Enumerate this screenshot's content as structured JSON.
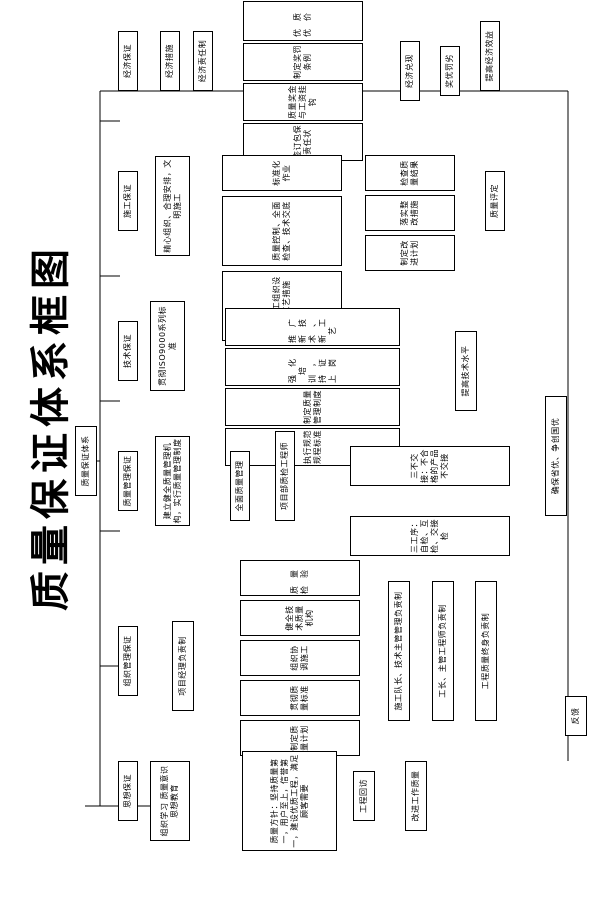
{
  "title": "质量保证体系框图",
  "top": {
    "root": "质量保证体系",
    "goal": "确保省优、争创国优",
    "feedback": "反馈"
  },
  "columns": {
    "thought": {
      "head": "思想保证",
      "sub": "组织学习 质量意识 思想教育",
      "detail": "质量方针：坚持质量第一，用户至上，信誉第一，建设优质工程，满足顾客需要",
      "step1": "工程回访",
      "step2": "改进工作质量"
    },
    "org": {
      "head": "组织管理保证",
      "sub": "项目经理负责制",
      "items": [
        "质量检验",
        "健全技术质量机构",
        "组织协调施工",
        "贯彻质量标准",
        "制定质量计划"
      ],
      "right1": "施工队长、技术主管管理负责制",
      "right2": "工长、主管工程师负责制",
      "right3": "工程质量终身负责制"
    },
    "quality": {
      "head": "质量管理保证",
      "sub": "建立健全质量管理机构，实行质量管理制度",
      "mid1": "全面质量管理",
      "mid2": "项目部质检工程师",
      "items": [
        "三不交接：不合格的产品不交接",
        "三工序：自检、互检、交接检"
      ]
    },
    "tech": {
      "head": "技术保证",
      "sub": "贯彻ISO9000系列标准",
      "items": [
        "推广新技术、新工艺",
        "强化培训，持证上岗",
        "制定质量管理制度",
        "执行规范规程标准"
      ],
      "right": "提高技术水平"
    },
    "construction": {
      "head": "施工保证",
      "sub": "精心组织、合理安排，文明施工",
      "items": [
        "标准化作业",
        "质量控制、全面检查、技术交底",
        "编制施工组织设计、工艺措施"
      ],
      "right": [
        "检查质量结果",
        "落实整改措施",
        "制定改进计划"
      ],
      "far": "质量评定"
    },
    "economic": {
      "head": "经济保证",
      "sub": "经济措施",
      "sub2": "经济责任制",
      "items": [
        "优质优价",
        "制定奖罚条例",
        "质量奖金与工资挂钩",
        "签订包保责任状"
      ],
      "right1": "经济兑现",
      "right2": "奖优罚劣",
      "right3": "提高经济效益"
    }
  }
}
